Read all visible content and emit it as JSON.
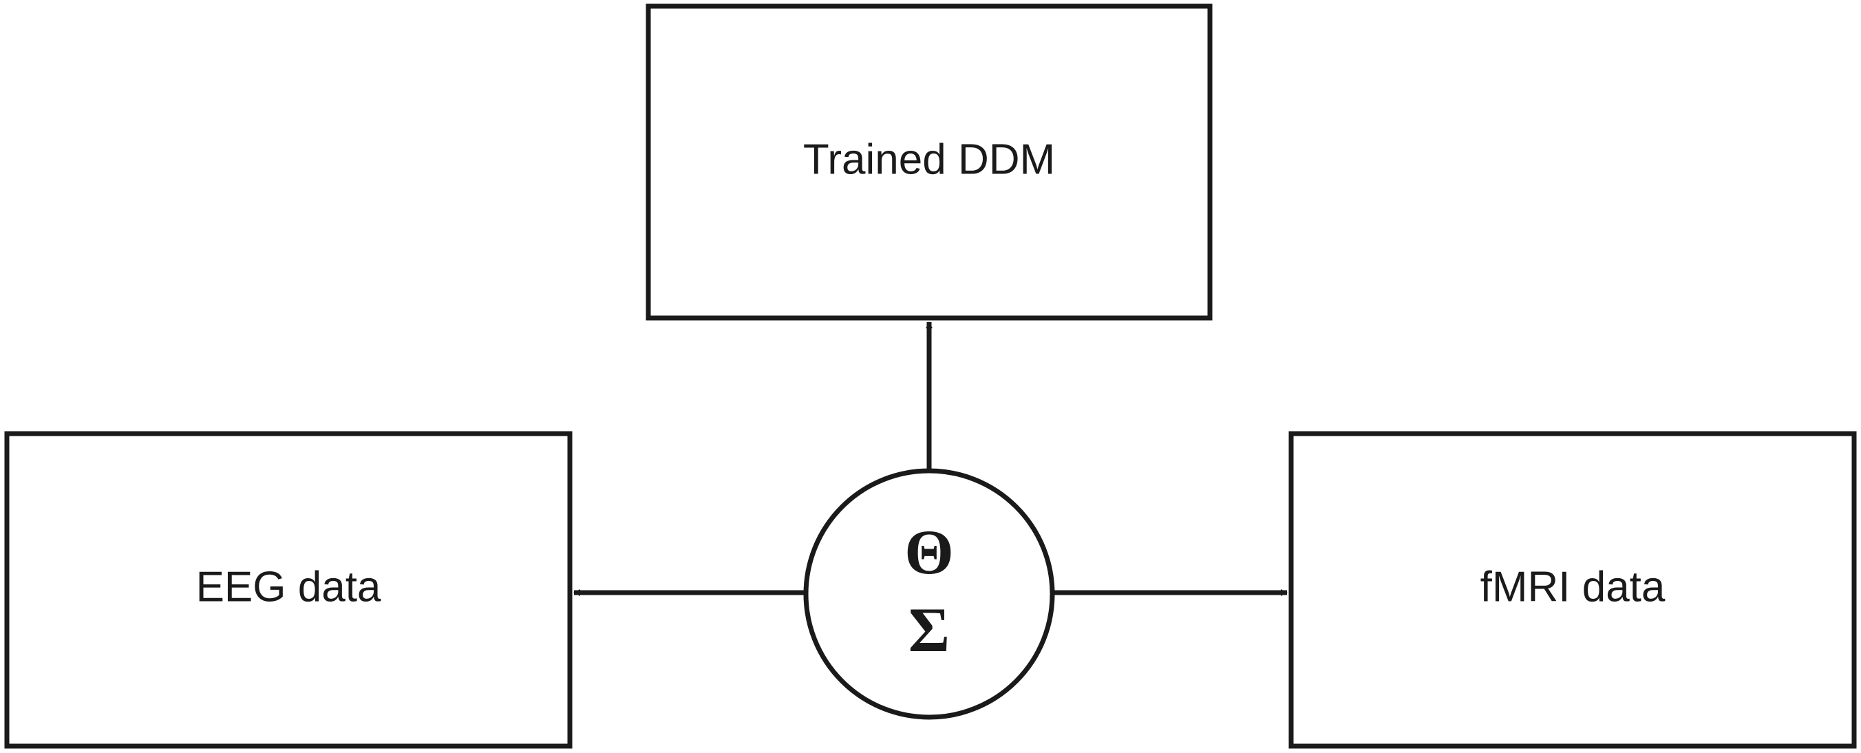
{
  "nodes": {
    "top": {
      "label": "Trained DDM"
    },
    "left": {
      "label": "EEG data"
    },
    "right": {
      "label": "fMRI data"
    },
    "center": {
      "symbol_top": "Θ",
      "symbol_bottom": "Σ"
    }
  },
  "edges": [
    {
      "from": "center",
      "to": "top"
    },
    {
      "from": "center",
      "to": "left"
    },
    {
      "from": "center",
      "to": "right"
    }
  ],
  "colors": {
    "stroke": "#1a1a1a",
    "background": "#ffffff"
  }
}
